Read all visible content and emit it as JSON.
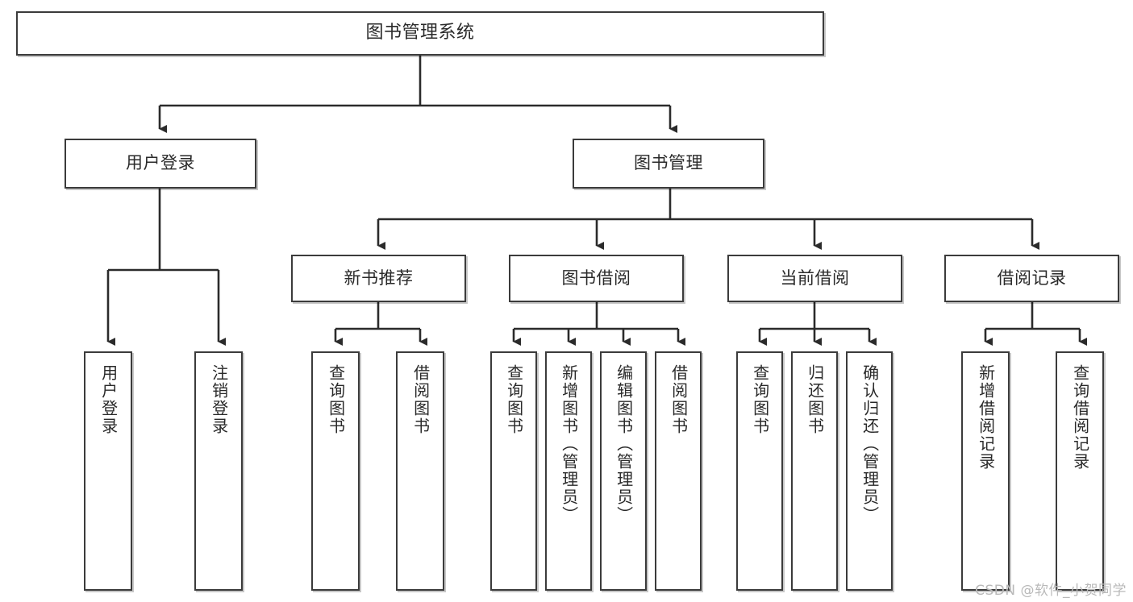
{
  "diagram": {
    "title": "图书管理系统",
    "type": "tree",
    "watermark": "CSDN @软件_小贺同学",
    "colors": {
      "box_border": "#3b3b3b",
      "box_fill": "#ffffff",
      "connector": "#2b2b2b",
      "watermark": "#b9b9b9",
      "background": "#ffffff"
    },
    "root": {
      "label": "图书管理系统"
    },
    "level2": [
      {
        "label": "用户登录"
      },
      {
        "label": "图书管理"
      }
    ],
    "level3": [
      {
        "label": "新书推荐"
      },
      {
        "label": "图书借阅"
      },
      {
        "label": "当前借阅"
      },
      {
        "label": "借阅记录"
      }
    ],
    "leaves": {
      "user_login": [
        {
          "label": "用户登录"
        },
        {
          "label": "注销登录"
        }
      ],
      "new_book": [
        {
          "label": "查询图书"
        },
        {
          "label": "借阅图书"
        }
      ],
      "book_borrow": [
        {
          "label": "查询图书"
        },
        {
          "label": "新增图书（管理员）"
        },
        {
          "label": "编辑图书（管理员）"
        },
        {
          "label": "借阅图书"
        }
      ],
      "current_borrow": [
        {
          "label": "查询图书"
        },
        {
          "label": "归还图书"
        },
        {
          "label": "确认归还（管理员）"
        }
      ],
      "borrow_record": [
        {
          "label": "新增借阅记录"
        },
        {
          "label": "查询借阅记录"
        }
      ]
    }
  }
}
